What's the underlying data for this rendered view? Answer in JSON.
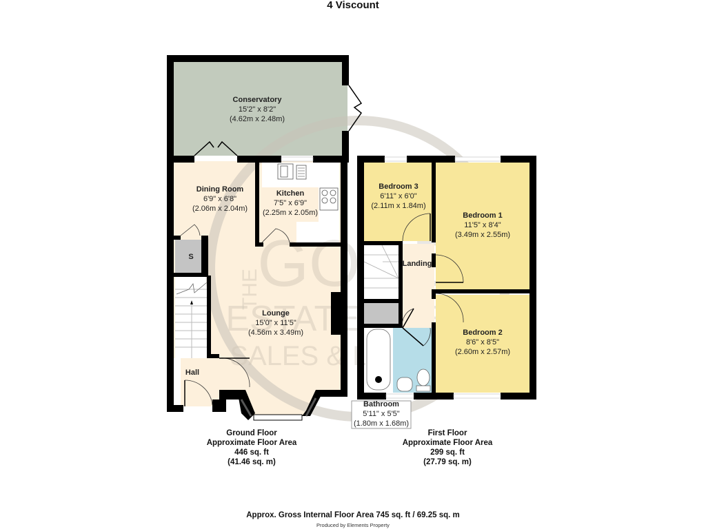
{
  "title": "4 Viscount",
  "colors": {
    "wall": "#000000",
    "conservatory": "#c2cbbd",
    "ground_rooms": "#fdf0dc",
    "bedrooms": "#f8e79b",
    "landing": "#fdf0dc",
    "bathroom": "#b6dde8",
    "storage": "#c4c4c4",
    "watermark": "#c8c2b8"
  },
  "ground_floor": {
    "rooms": [
      {
        "name": "Conservatory",
        "imperial": "15'2\" x 8'2\"",
        "metric": "(4.62m x 2.48m)"
      },
      {
        "name": "Dining Room",
        "imperial": "6'9\" x 6'8\"",
        "metric": "(2.06m x 2.04m)"
      },
      {
        "name": "Kitchen",
        "imperial": "7'5\" x 6'9\"",
        "metric": "(2.25m x 2.05m)"
      },
      {
        "name": "Lounge",
        "imperial": "15'0\" x 11'5\"",
        "metric": "(4.56m x 3.49m)"
      },
      {
        "name": "Hall"
      },
      {
        "name": "S"
      }
    ],
    "area": {
      "line1": "Ground Floor",
      "line2": "Approximate Floor Area",
      "line3": "446 sq. ft",
      "line4": "(41.46 sq. m)"
    }
  },
  "first_floor": {
    "rooms": [
      {
        "name": "Bedroom 3",
        "imperial": "6'11\" x 6'0\"",
        "metric": "(2.11m x 1.84m)"
      },
      {
        "name": "Bedroom 1",
        "imperial": "11'5\" x 8'4\"",
        "metric": "(3.49m x 2.55m)"
      },
      {
        "name": "Landing"
      },
      {
        "name": "Bedroom 2",
        "imperial": "8'6\" x 8'5\"",
        "metric": "(2.60m x 2.57m)"
      },
      {
        "name": "Bathroom",
        "imperial": "5'11\" x 5'5\"",
        "metric": "(1.80m x 1.68m)"
      }
    ],
    "area": {
      "line1": "First Floor",
      "line2": "Approximate Floor Area",
      "line3": "299 sq. ft",
      "line4": "(27.79 sq. m)"
    }
  },
  "watermark": {
    "line1": "THE",
    "line2": "GOOD",
    "line3": "ESTATE AGENT",
    "line4": "SALES & LETTINGS",
    "mark": "®"
  },
  "footer": {
    "gross": "Approx. Gross Internal Floor Area 745 sq. ft / 69.25 sq. m",
    "produced": "Produced by Elements Property"
  }
}
